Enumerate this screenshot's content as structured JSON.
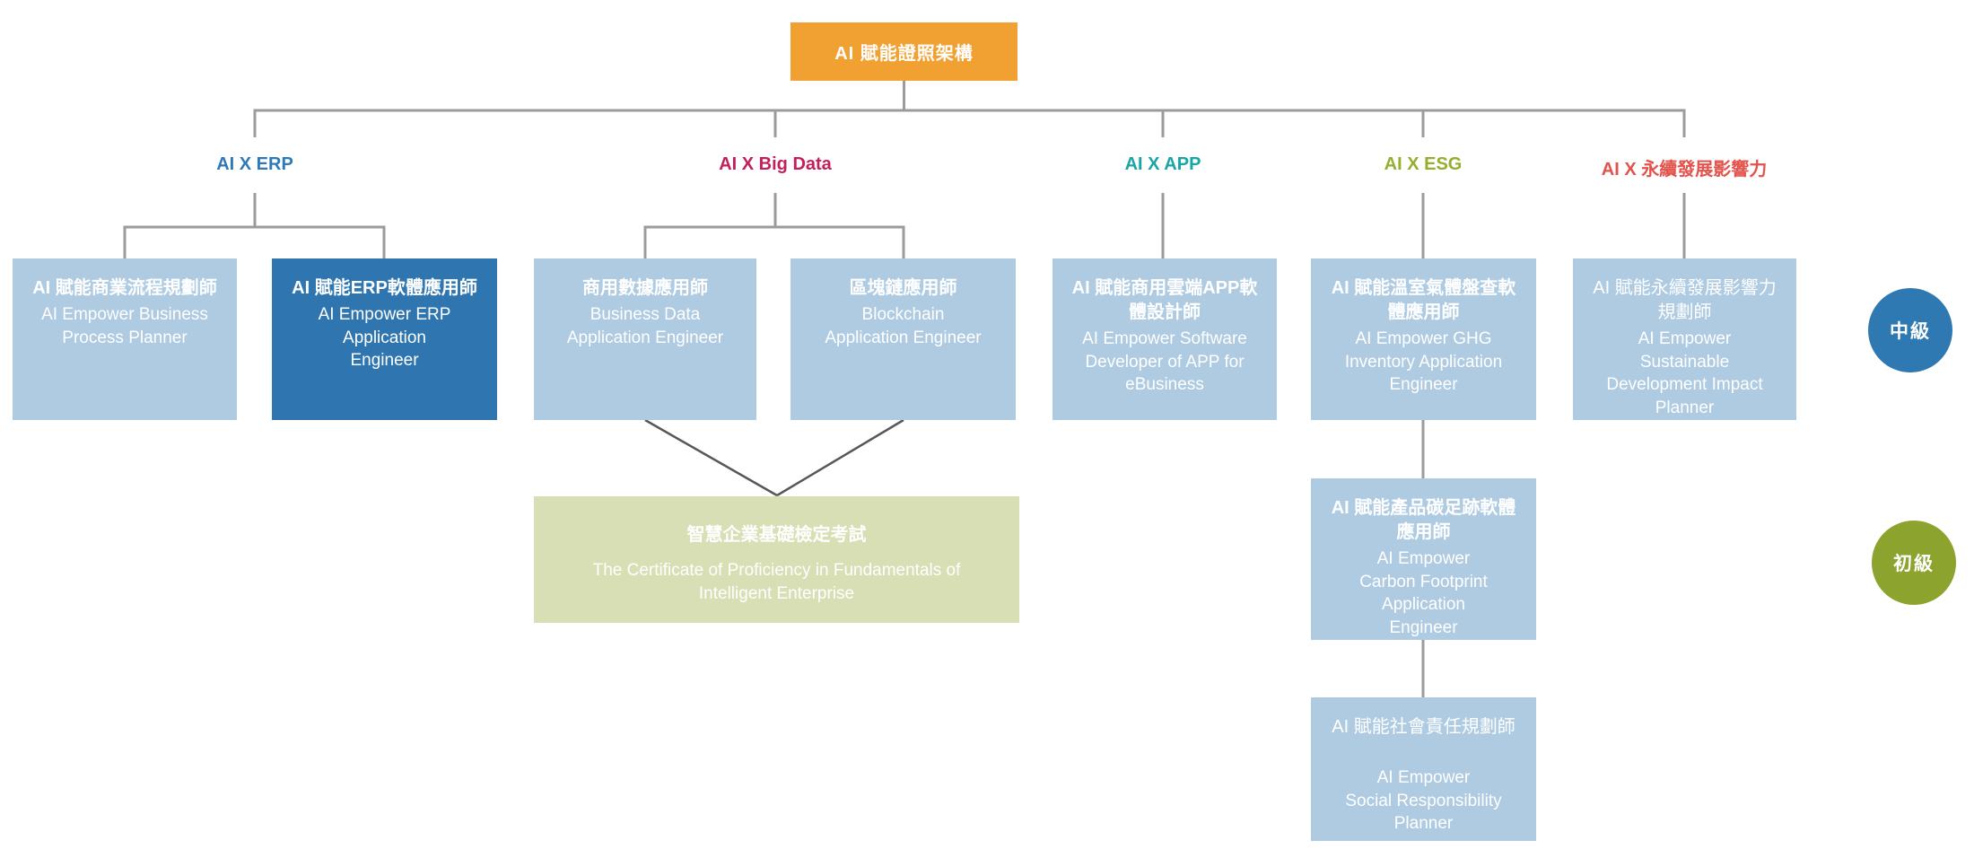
{
  "root": {
    "label": "AI 賦能證照架構"
  },
  "branches": [
    {
      "id": "erp",
      "label": "AI X ERP",
      "color": "#2E79B8"
    },
    {
      "id": "bigdata",
      "label": "AI X Big Data",
      "color": "#C21F5B"
    },
    {
      "id": "app",
      "label": "AI X APP",
      "color": "#18A5A8"
    },
    {
      "id": "esg",
      "label": "AI X ESG",
      "color": "#93AF2E"
    },
    {
      "id": "sustain",
      "label": "AI X 永續發展影響力",
      "color": "#E3524B"
    }
  ],
  "cards": {
    "business_process": {
      "branch": "erp",
      "title": "AI 賦能商業流程規劃師",
      "subtitle": "AI Empower Business\nProcess Planner"
    },
    "erp_application": {
      "branch": "erp",
      "title": "AI 賦能ERP軟體應用師",
      "subtitle": "AI Empower ERP\nApplication\nEngineer",
      "highlighted": true
    },
    "business_data": {
      "branch": "bigdata",
      "title": "商用數據應用師",
      "subtitle": "Business Data\nApplication Engineer"
    },
    "blockchain": {
      "branch": "bigdata",
      "title": "區塊鏈應用師",
      "subtitle": "Blockchain\nApplication Engineer"
    },
    "cloud_app": {
      "branch": "app",
      "title": "AI 賦能商用雲端APP軟\n體設計師",
      "subtitle": "AI Empower Software\nDeveloper of APP for\neBusiness"
    },
    "ghg_inventory": {
      "branch": "esg",
      "title": "AI 賦能溫室氣體盤查軟\n體應用師",
      "subtitle": "AI Empower GHG\nInventory Application\nEngineer"
    },
    "sustainable_impact": {
      "branch": "sustain",
      "title": "AI 賦能永續發展影響力\n規劃師",
      "subtitle": "AI Empower\nSustainable\nDevelopment Impact\nPlanner"
    },
    "carbon_footprint": {
      "branch": "esg",
      "title": "AI 賦能產品碳足跡軟體\n應用師",
      "subtitle": "AI Empower\nCarbon Footprint\nApplication\nEngineer"
    },
    "social_responsibility": {
      "branch": "esg",
      "title": "AI 賦能社會責任規劃師",
      "subtitle": "AI Empower\nSocial Responsibility\nPlanner"
    }
  },
  "exam": {
    "title": "智慧企業基礎檢定考試",
    "subtitle": "The Certificate of Proficiency in Fundamentals of\nIntelligent Enterprise"
  },
  "level_badges": {
    "intermediate": {
      "label": "中級",
      "color": "#2F79B3"
    },
    "beginner": {
      "label": "初級",
      "color": "#8CA32E"
    }
  },
  "colors": {
    "root_box": "#F0A132",
    "card_default": "#AECBE2",
    "card_highlight": "#2F76B1",
    "exam_box": "#D8DFB4",
    "connector": "#9B9B9B",
    "merge_line": "#57575A",
    "text_on_cards": "#FFFFFF"
  }
}
